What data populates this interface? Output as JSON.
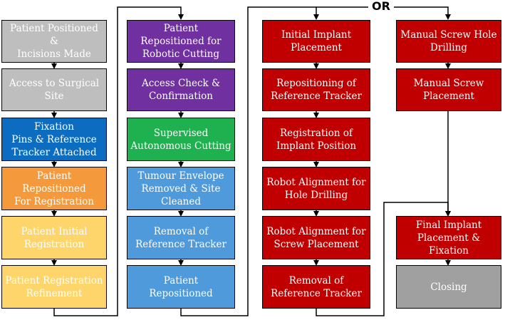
{
  "or_label": "OR",
  "columns": {
    "col1": [
      {
        "lines": [
          "Patient Positioned &",
          "Incisions Made"
        ],
        "color": "#bebebe"
      },
      {
        "lines": [
          "Access to Surgical",
          "Site"
        ],
        "color": "#bebebe"
      },
      {
        "lines": [
          "Fixation",
          "Pins & Reference",
          "Tracker Attached"
        ],
        "color": "#0b6cc0"
      },
      {
        "lines": [
          "Patient",
          "Repositioned",
          "For Registration"
        ],
        "color": "#f59a3c"
      },
      {
        "lines": [
          "Patient Initial",
          "Registration"
        ],
        "color": "#fdd56b"
      },
      {
        "lines": [
          "Patient Registration",
          "Refinement"
        ],
        "color": "#fdd56b"
      }
    ],
    "col2": [
      {
        "lines": [
          "Patient",
          "Repositioned for",
          "Robotic Cutting"
        ],
        "color": "#7030a0"
      },
      {
        "lines": [
          "Access Check &",
          "Confirmation"
        ],
        "color": "#7030a0"
      },
      {
        "lines": [
          "Supervised",
          "Autonomous Cutting"
        ],
        "color": "#1fb14f"
      },
      {
        "lines": [
          "Tumour Envelope",
          "Removed & Site",
          "Cleaned"
        ],
        "color": "#4f9adb"
      },
      {
        "lines": [
          "Removal of",
          "Reference Tracker"
        ],
        "color": "#4f9adb"
      },
      {
        "lines": [
          "Patient",
          "Repositioned"
        ],
        "color": "#4f9adb"
      }
    ],
    "col3": [
      {
        "lines": [
          "Initial Implant",
          "Placement"
        ],
        "color": "#c00000"
      },
      {
        "lines": [
          "Repositioning of",
          "Reference Tracker"
        ],
        "color": "#c00000"
      },
      {
        "lines": [
          "Registration of",
          "Implant Position"
        ],
        "color": "#c00000"
      },
      {
        "lines": [
          "Robot Alignment for",
          "Hole Drilling"
        ],
        "color": "#c00000"
      },
      {
        "lines": [
          "Robot Alignment for",
          "Screw Placement"
        ],
        "color": "#c00000"
      },
      {
        "lines": [
          "Removal of",
          "Reference Tracker"
        ],
        "color": "#c00000"
      }
    ],
    "col4": [
      {
        "lines": [
          "Manual Screw Hole",
          "Drilling"
        ],
        "color": "#c00000"
      },
      {
        "lines": [
          "Manual Screw",
          "Placement"
        ],
        "color": "#c00000"
      },
      {
        "lines": [
          "Final Implant",
          "Placement &",
          "Fixation"
        ],
        "color": "#c00000"
      },
      {
        "lines": [
          "Closing"
        ],
        "color": "#a0a0a0"
      }
    ]
  }
}
